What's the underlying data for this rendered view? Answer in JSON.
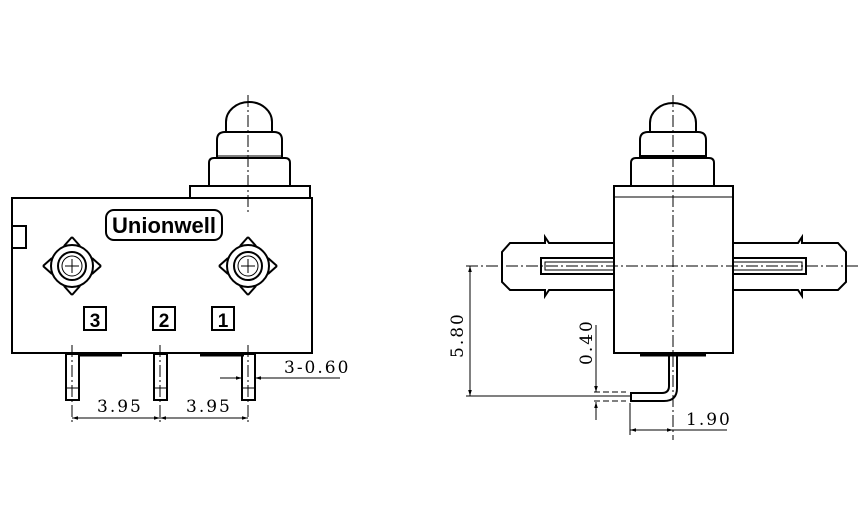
{
  "front_view": {
    "brand_logo": "Unionwell",
    "terminal_labels": [
      "3",
      "2",
      "1"
    ],
    "dimensions": {
      "pin_pitch_left": "3.95",
      "pin_pitch_right": "3.95",
      "pin_width": "3-0.60"
    }
  },
  "side_view": {
    "dimensions": {
      "height": "5.80",
      "pin_thickness": "0.40",
      "pin_offset": "1.90"
    }
  }
}
